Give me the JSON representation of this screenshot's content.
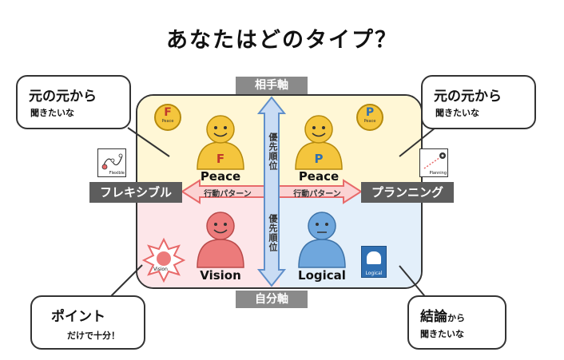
{
  "title": "あなたはどのタイプ？",
  "axes": {
    "top": "相手軸",
    "bottom": "自分軸",
    "left": "フレキシブル",
    "right": "プランニング",
    "behavior_left": "行動パターン",
    "behavior_right": "行動パターン",
    "priority_top": "優先順位",
    "priority_bottom": "優先順位"
  },
  "quadrants": {
    "top_left": {
      "name": "Peace",
      "shirt_letter": "F",
      "badge_letter": "F",
      "badge_caption": "Peace"
    },
    "top_right": {
      "name": "Peace",
      "shirt_letter": "P",
      "badge_letter": "P",
      "badge_caption": "Peace"
    },
    "bottom_left": {
      "name": "Vision",
      "badge_caption": "Vision"
    },
    "bottom_right": {
      "name": "Logical",
      "badge_caption": "Logical"
    }
  },
  "side_icons": {
    "left": "Flexible",
    "right": "Planning"
  },
  "bubbles": {
    "top_left": {
      "main": "元の元から",
      "sub": "聞きたいな"
    },
    "top_right": {
      "main": "元の元から",
      "sub": "聞きたいな"
    },
    "bottom_left": {
      "main": "ポイント",
      "sub": "だけで十分！"
    },
    "bottom_right": {
      "main": "結論",
      "main_suffix": "から",
      "sub": "聞きたいな"
    }
  },
  "colors": {
    "peace_yellow": "#f4c53d",
    "vision_red": "#ec7b7b",
    "logical_blue": "#6fa7dd",
    "arrow_red": "#e86a6a",
    "arrow_blue": "#8fb6e6"
  }
}
